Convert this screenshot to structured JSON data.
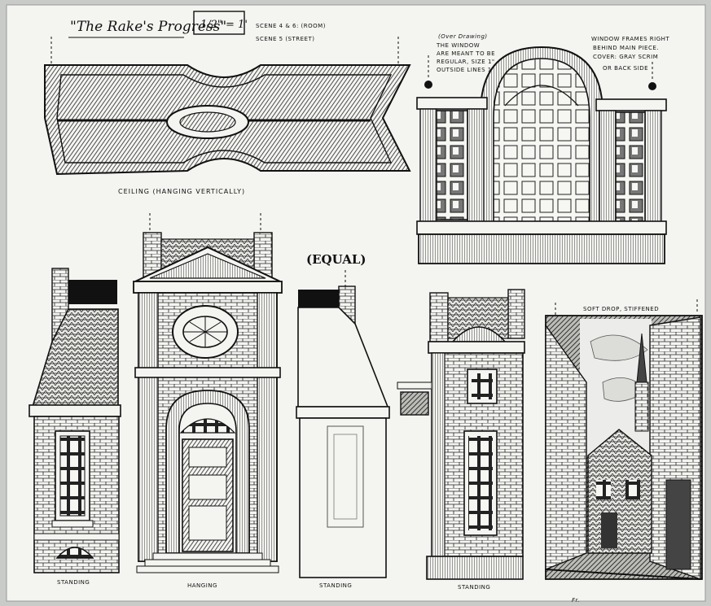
{
  "title": "\"The Rake's Progress\"",
  "scale": "1/2\" = 1'",
  "scenes": [
    "SCENE 4 & 6: (ROOM)",
    "SCENE 5 (STREET)"
  ],
  "note_left": [
    "(Over Drawing)",
    "THE WINDOW",
    "ARE MEANT TO BE",
    "REGULAR, SIZE 1\"",
    "OUTSIDE LINES 1/2\""
  ],
  "note_right": [
    "WINDOW FRAMES RIGHT",
    "BEHIND MAIN PIECE.",
    "COVER: GRAY SCRIM",
    "OR BACK SIDE"
  ],
  "equal": "(EQUAL)",
  "captions": {
    "ceiling": "CEILING (HANGING VERTICALLY)",
    "standing1": "STANDING",
    "hanging": "HANGING",
    "standing2": "STANDING",
    "standing3": "STANDING",
    "soft_drop": "SOFT DROP, STIFFENED",
    "signature": "Fr."
  },
  "colors": {
    "paper": "#f4f4f1",
    "ink": "#111111",
    "background": "#c9cbc8"
  }
}
